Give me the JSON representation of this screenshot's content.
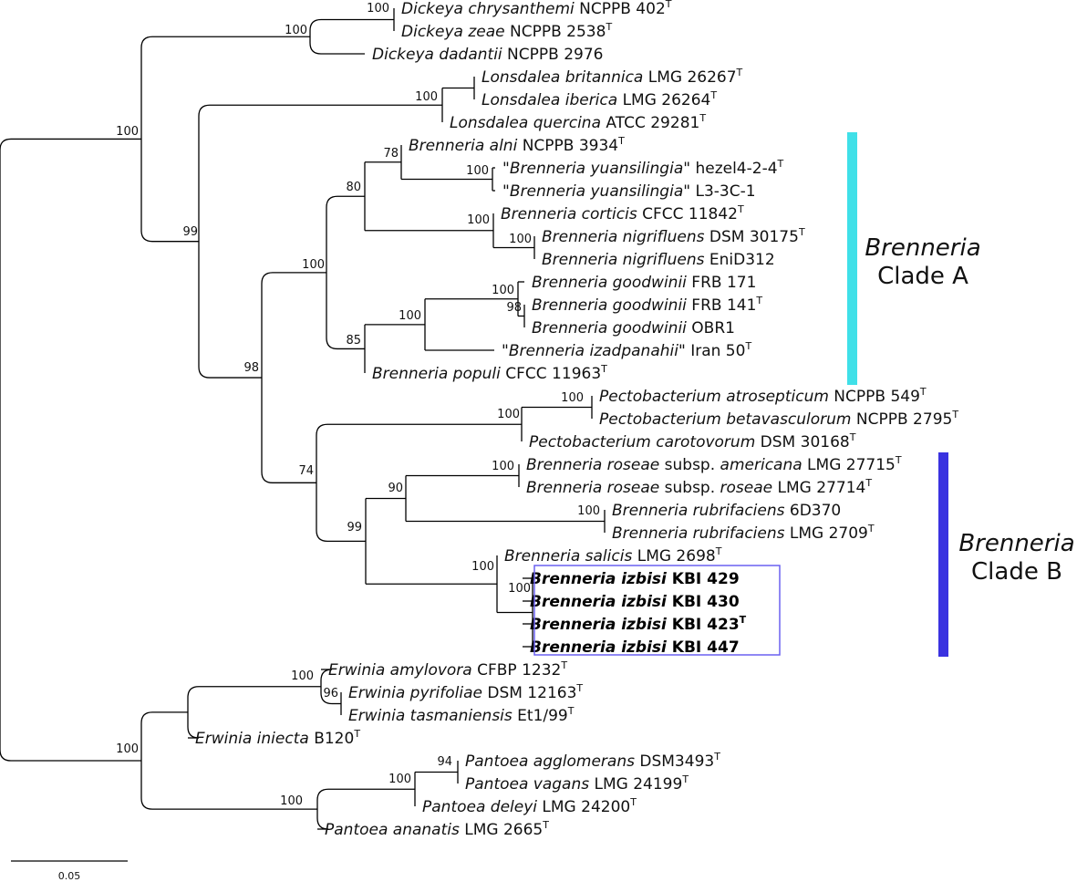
{
  "tree": {
    "leaves": [
      {
        "id": "l1",
        "parts": [
          {
            "t": "Dickeya chrysanthemi",
            "i": true
          },
          {
            "t": " NCPPB 402"
          }
        ],
        "type_strain": true
      },
      {
        "id": "l2",
        "parts": [
          {
            "t": "Dickeya zeae",
            "i": true
          },
          {
            "t": " NCPPB 2538"
          }
        ],
        "type_strain": true
      },
      {
        "id": "l3",
        "parts": [
          {
            "t": "Dickeya dadantii",
            "i": true
          },
          {
            "t": " NCPPB 2976"
          }
        ],
        "type_strain": false
      },
      {
        "id": "l4",
        "parts": [
          {
            "t": "Lonsdalea britannica",
            "i": true
          },
          {
            "t": " LMG 26267"
          }
        ],
        "type_strain": true
      },
      {
        "id": "l5",
        "parts": [
          {
            "t": "Lonsdalea iberica",
            "i": true
          },
          {
            "t": " LMG 26264"
          }
        ],
        "type_strain": true
      },
      {
        "id": "l6",
        "parts": [
          {
            "t": "Lonsdalea quercina",
            "i": true
          },
          {
            "t": " ATCC 29281"
          }
        ],
        "type_strain": true
      },
      {
        "id": "l7",
        "parts": [
          {
            "t": "Brenneria alni",
            "i": true
          },
          {
            "t": " NCPPB 3934"
          }
        ],
        "type_strain": true
      },
      {
        "id": "l8",
        "parts": [
          {
            "t": "\""
          },
          {
            "t": "Brenneria yuansilingia",
            "i": true
          },
          {
            "t": "\" hezel4-2-4"
          }
        ],
        "type_strain": true
      },
      {
        "id": "l9",
        "parts": [
          {
            "t": "\""
          },
          {
            "t": "Brenneria yuansilingia",
            "i": true
          },
          {
            "t": "\" L3-3C-1"
          }
        ],
        "type_strain": false
      },
      {
        "id": "l10",
        "parts": [
          {
            "t": "Brenneria corticis",
            "i": true
          },
          {
            "t": " CFCC 11842"
          }
        ],
        "type_strain": true
      },
      {
        "id": "l11",
        "parts": [
          {
            "t": "Brenneria nigrifluens",
            "i": true
          },
          {
            "t": " DSM 30175"
          }
        ],
        "type_strain": true
      },
      {
        "id": "l12",
        "parts": [
          {
            "t": "Brenneria nigrifluens",
            "i": true
          },
          {
            "t": " EniD312"
          }
        ],
        "type_strain": false
      },
      {
        "id": "l13",
        "parts": [
          {
            "t": "Brenneria goodwinii",
            "i": true
          },
          {
            "t": " FRB 171"
          }
        ],
        "type_strain": false
      },
      {
        "id": "l14",
        "parts": [
          {
            "t": "Brenneria goodwinii",
            "i": true
          },
          {
            "t": " FRB 141"
          }
        ],
        "type_strain": true
      },
      {
        "id": "l15",
        "parts": [
          {
            "t": "Brenneria goodwinii",
            "i": true
          },
          {
            "t": " OBR1"
          }
        ],
        "type_strain": false
      },
      {
        "id": "l16",
        "parts": [
          {
            "t": "\""
          },
          {
            "t": "Brenneria izadpanahii",
            "i": true
          },
          {
            "t": "\" Iran 50"
          }
        ],
        "type_strain": true
      },
      {
        "id": "l17",
        "parts": [
          {
            "t": "Brenneria populi",
            "i": true
          },
          {
            "t": " CFCC 11963"
          }
        ],
        "type_strain": true
      },
      {
        "id": "l18",
        "parts": [
          {
            "t": "Pectobacterium atrosepticum",
            "i": true
          },
          {
            "t": " NCPPB 549"
          }
        ],
        "type_strain": true
      },
      {
        "id": "l19",
        "parts": [
          {
            "t": "Pectobacterium betavasculorum",
            "i": true
          },
          {
            "t": " NCPPB 2795"
          }
        ],
        "type_strain": true
      },
      {
        "id": "l20",
        "parts": [
          {
            "t": "Pectobacterium carotovorum",
            "i": true
          },
          {
            "t": " DSM 30168"
          }
        ],
        "type_strain": true
      },
      {
        "id": "l21",
        "parts": [
          {
            "t": "Brenneria roseae",
            "i": true
          },
          {
            "t": " subsp. "
          },
          {
            "t": "americana",
            "i": true
          },
          {
            "t": " LMG 27715"
          }
        ],
        "type_strain": true
      },
      {
        "id": "l22",
        "parts": [
          {
            "t": "Brenneria roseae",
            "i": true
          },
          {
            "t": " subsp. "
          },
          {
            "t": "roseae",
            "i": true
          },
          {
            "t": " LMG 27714"
          }
        ],
        "type_strain": true
      },
      {
        "id": "l23",
        "parts": [
          {
            "t": "Brenneria rubrifaciens",
            "i": true
          },
          {
            "t": " 6D370"
          }
        ],
        "type_strain": false
      },
      {
        "id": "l24",
        "parts": [
          {
            "t": "Brenneria rubrifaciens",
            "i": true
          },
          {
            "t": " LMG 2709"
          }
        ],
        "type_strain": true
      },
      {
        "id": "l25",
        "parts": [
          {
            "t": "Brenneria salicis",
            "i": true
          },
          {
            "t": " LMG 2698"
          }
        ],
        "type_strain": true
      },
      {
        "id": "l26",
        "parts": [
          {
            "t": "Brenneria izbisi",
            "i": true
          },
          {
            "t": " KBI 429"
          }
        ],
        "type_strain": false,
        "bold": true
      },
      {
        "id": "l27",
        "parts": [
          {
            "t": "Brenneria izbisi",
            "i": true
          },
          {
            "t": " KBI 430"
          }
        ],
        "type_strain": false,
        "bold": true
      },
      {
        "id": "l28",
        "parts": [
          {
            "t": "Brenneria izbisi",
            "i": true
          },
          {
            "t": " KBI 423"
          }
        ],
        "type_strain": true,
        "bold": true
      },
      {
        "id": "l29",
        "parts": [
          {
            "t": "Brenneria izbisi",
            "i": true
          },
          {
            "t": " KBI 447"
          }
        ],
        "type_strain": false,
        "bold": true
      },
      {
        "id": "l30",
        "parts": [
          {
            "t": "Erwinia amylovora",
            "i": true
          },
          {
            "t": " CFBP 1232"
          }
        ],
        "type_strain": true
      },
      {
        "id": "l31",
        "parts": [
          {
            "t": "Erwinia pyrifoliae",
            "i": true
          },
          {
            "t": " DSM 12163"
          }
        ],
        "type_strain": true
      },
      {
        "id": "l32",
        "parts": [
          {
            "t": "Erwinia tasmaniensis",
            "i": true
          },
          {
            "t": " Et1/99"
          }
        ],
        "type_strain": true
      },
      {
        "id": "l33",
        "parts": [
          {
            "t": "Erwinia iniecta",
            "i": true
          },
          {
            "t": " B120"
          }
        ],
        "type_strain": true
      },
      {
        "id": "l34",
        "parts": [
          {
            "t": "Pantoea agglomerans",
            "i": true
          },
          {
            "t": " DSM3493"
          }
        ],
        "type_strain": true
      },
      {
        "id": "l35",
        "parts": [
          {
            "t": "Pantoea vagans",
            "i": true
          },
          {
            "t": " LMG 24199"
          }
        ],
        "type_strain": true
      },
      {
        "id": "l36",
        "parts": [
          {
            "t": "Pantoea deleyi",
            "i": true
          },
          {
            "t": " LMG 24200"
          }
        ],
        "type_strain": true
      },
      {
        "id": "l37",
        "parts": [
          {
            "t": "Pantoea ananatis",
            "i": true
          },
          {
            "t": " LMG 2665"
          }
        ],
        "type_strain": true
      }
    ],
    "type_marker": "T",
    "bootstrap": [
      {
        "node": "dickeya_inner",
        "value": "100"
      },
      {
        "node": "dickeya",
        "value": "100"
      },
      {
        "node": "lonsdalea",
        "value": "100"
      },
      {
        "node": "dick_lons",
        "value": "100"
      },
      {
        "node": "alni_yuan",
        "value": "78"
      },
      {
        "node": "yuan",
        "value": "100"
      },
      {
        "node": "a_upper",
        "value": "80"
      },
      {
        "node": "cort_nig",
        "value": "100"
      },
      {
        "node": "nig",
        "value": "100"
      },
      {
        "node": "cladeA",
        "value": "100"
      },
      {
        "node": "goodwinii",
        "value": "100"
      },
      {
        "node": "good_inner",
        "value": "98"
      },
      {
        "node": "good_izad",
        "value": "100"
      },
      {
        "node": "a_lower",
        "value": "85"
      },
      {
        "node": "pecto_inner",
        "value": "100"
      },
      {
        "node": "pecto",
        "value": "100"
      },
      {
        "node": "roseae",
        "value": "100"
      },
      {
        "node": "rubri",
        "value": "100"
      },
      {
        "node": "ros_rub",
        "value": "90"
      },
      {
        "node": "salicis_izb",
        "value": "100"
      },
      {
        "node": "izbisi",
        "value": "100"
      },
      {
        "node": "cladeB",
        "value": "99"
      },
      {
        "node": "pecto_B",
        "value": "74"
      },
      {
        "node": "brenn",
        "value": "98"
      },
      {
        "node": "ingroup",
        "value": "99"
      },
      {
        "node": "top",
        "value": "100"
      },
      {
        "node": "erw_amyl",
        "value": "100"
      },
      {
        "node": "erw_pyr",
        "value": "96"
      },
      {
        "node": "pant_agg",
        "value": "94"
      },
      {
        "node": "pant_inner",
        "value": "100"
      },
      {
        "node": "pantoea",
        "value": "100"
      },
      {
        "node": "bottom",
        "value": "100"
      }
    ]
  },
  "clades": {
    "a": {
      "genus": "Brenneria",
      "label": "Clade A",
      "color": "#40E0E8"
    },
    "b": {
      "genus": "Brenneria",
      "label": "Clade B",
      "color": "#3A32E0"
    }
  },
  "highlight_color": "#6A60F0",
  "scale_bar": {
    "label": "0.05"
  }
}
